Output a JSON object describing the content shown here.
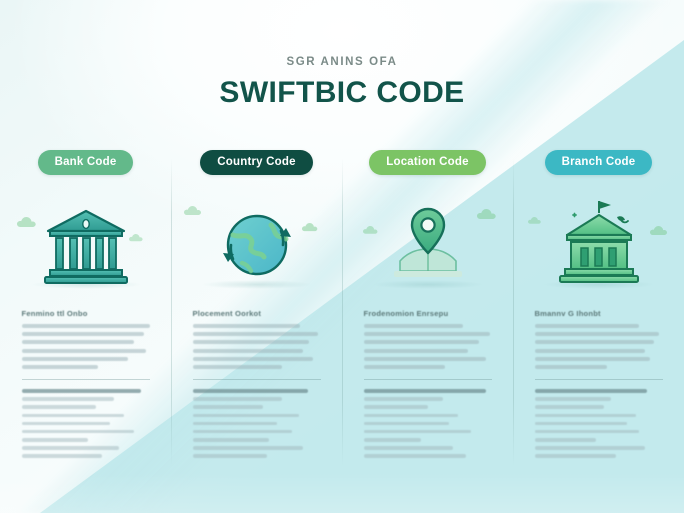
{
  "poster": {
    "background_color": "#eaf6f6",
    "overlay_color": "#bfe8ec",
    "title_color": "#12544a"
  },
  "header": {
    "kicker": "SGR ANINS OFA",
    "title": "SWIFTBIC CODE"
  },
  "columns": [
    {
      "badge_label": "Bank Code",
      "badge_color": "#63b98a",
      "icon_name": "bank-building-icon",
      "icon_color": "#3aa89c",
      "body_heading": "Fenmino ttl Onbo",
      "body_line_widths": [
        100,
        96,
        88,
        97,
        83,
        60
      ],
      "list_line_widths": [
        93,
        72,
        58,
        80,
        69,
        88,
        52,
        76,
        63
      ]
    },
    {
      "badge_label": "Country Code",
      "badge_color": "#0f4d42",
      "icon_name": "globe-rotation-icon",
      "icon_color": "#3aa89c",
      "body_heading": "Plocement Oorkot",
      "body_line_widths": [
        84,
        98,
        91,
        86,
        94,
        70
      ],
      "list_line_widths": [
        90,
        70,
        55,
        83,
        66,
        78,
        60,
        86,
        58
      ]
    },
    {
      "badge_label": "Location Code",
      "badge_color": "#7cc465",
      "icon_name": "map-pin-icon",
      "icon_color": "#4eb780",
      "body_heading": "Frodenomion Enrsepu",
      "body_line_widths": [
        78,
        99,
        90,
        82,
        96,
        64
      ],
      "list_line_widths": [
        96,
        62,
        50,
        74,
        67,
        84,
        45,
        70,
        80
      ]
    },
    {
      "badge_label": "Branch Code",
      "badge_color": "#3cb8c4",
      "icon_name": "bank-branch-flag-icon",
      "icon_color": "#5cc08c",
      "body_heading": "Bmannv G Ihonbt",
      "body_line_widths": [
        82,
        97,
        93,
        86,
        90,
        57
      ],
      "list_line_widths": [
        88,
        60,
        54,
        79,
        72,
        82,
        48,
        86,
        64
      ]
    }
  ]
}
